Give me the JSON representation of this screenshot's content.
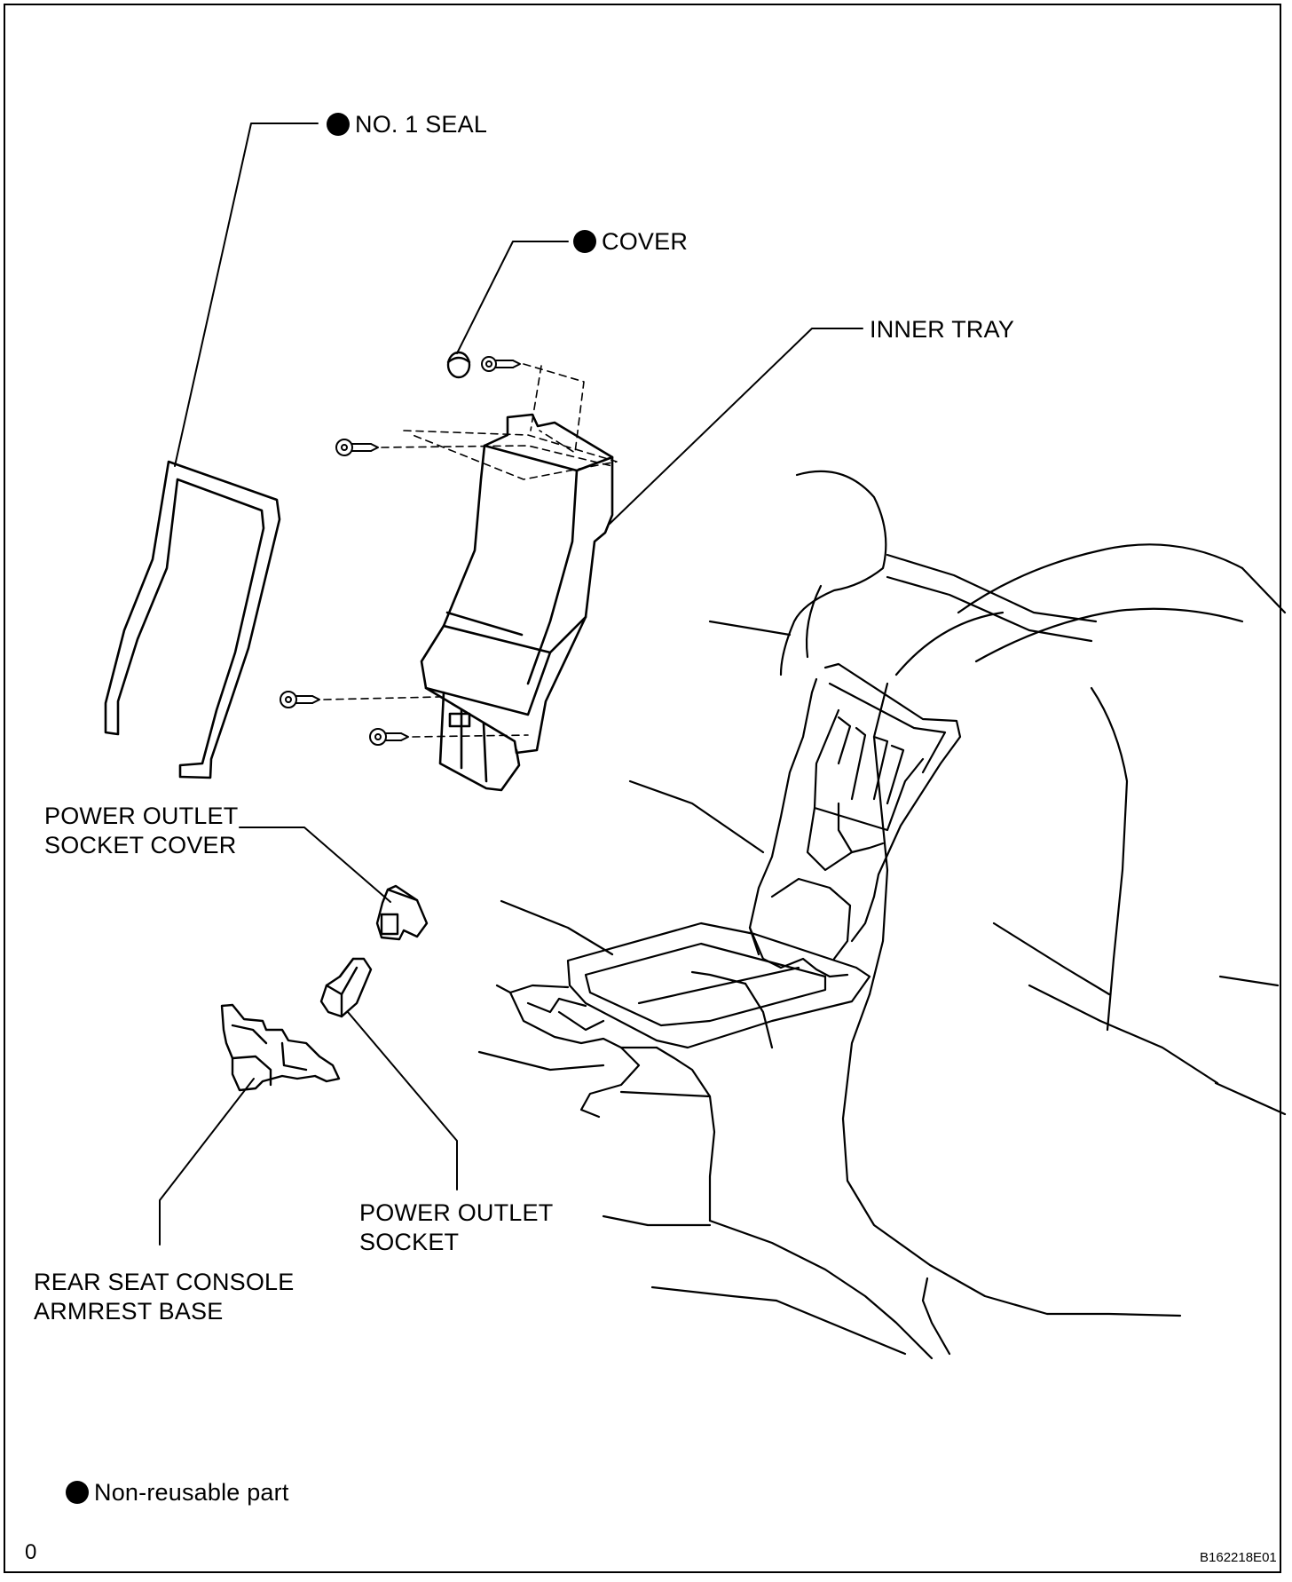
{
  "labels": {
    "seal": "NO. 1 SEAL",
    "cover": "COVER",
    "inner_tray": "INNER TRAY",
    "socket_cover_l1": "POWER OUTLET",
    "socket_cover_l2": "SOCKET COVER",
    "socket_l1": "POWER OUTLET",
    "socket_l2": "SOCKET",
    "armrest_l1": "REAR SEAT CONSOLE",
    "armrest_l2": "ARMREST BASE"
  },
  "legend": {
    "text": "Non-reusable part",
    "symbol": "filled-circle-icon"
  },
  "corner_mark": "0",
  "figure_code": "B162218E01",
  "colors": {
    "line": "#000000",
    "background": "#ffffff"
  }
}
